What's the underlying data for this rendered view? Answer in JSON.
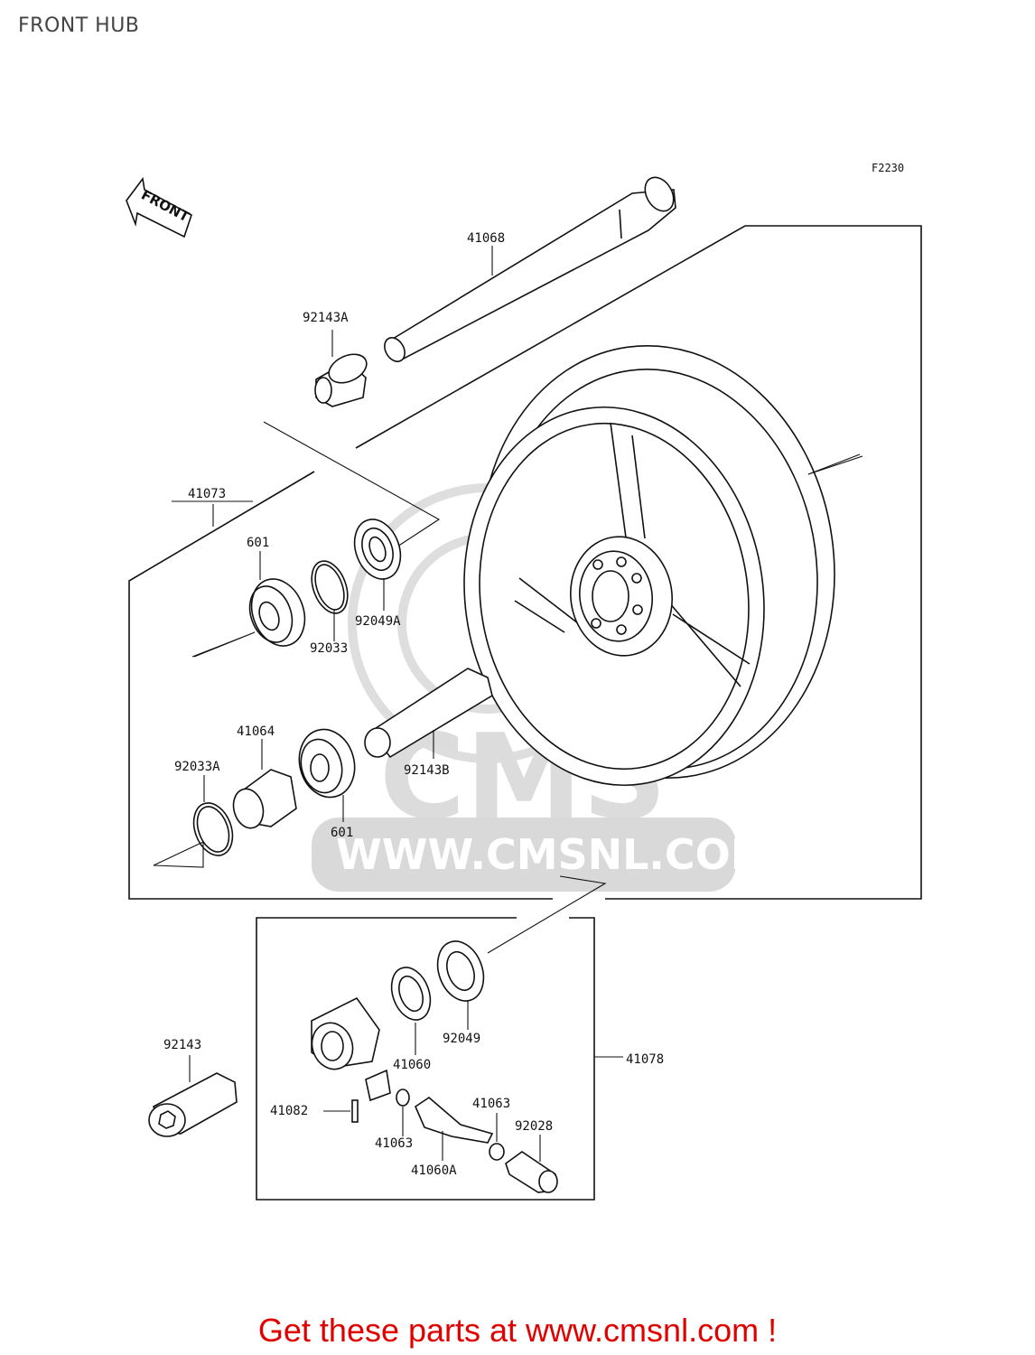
{
  "page": {
    "title": "FRONT HUB"
  },
  "diagram": {
    "code": "F2230",
    "front_label": "FRONT",
    "watermark": {
      "logo": "CMS",
      "url": "WWW.CMSNL.COM"
    },
    "labels": {
      "p41068": "41068",
      "p92143A": "92143A",
      "p41073": "41073",
      "p601_upper": "601",
      "p92033": "92033",
      "p92049A": "92049A",
      "p41064": "41064",
      "p92033A": "92033A",
      "p92143B": "92143B",
      "p601_lower": "601",
      "p92143": "92143",
      "p92049": "92049",
      "p41060": "41060",
      "p41078": "41078",
      "p41082": "41082",
      "p41063_left": "41063",
      "p41063_right": "41063",
      "p92028": "92028",
      "p41060A": "41060A"
    }
  },
  "footer": {
    "cta": "Get these parts at www.cmsnl.com !"
  },
  "colors": {
    "cta": "#e00000",
    "line": "#111111",
    "watermark": "#d9d9d9"
  }
}
